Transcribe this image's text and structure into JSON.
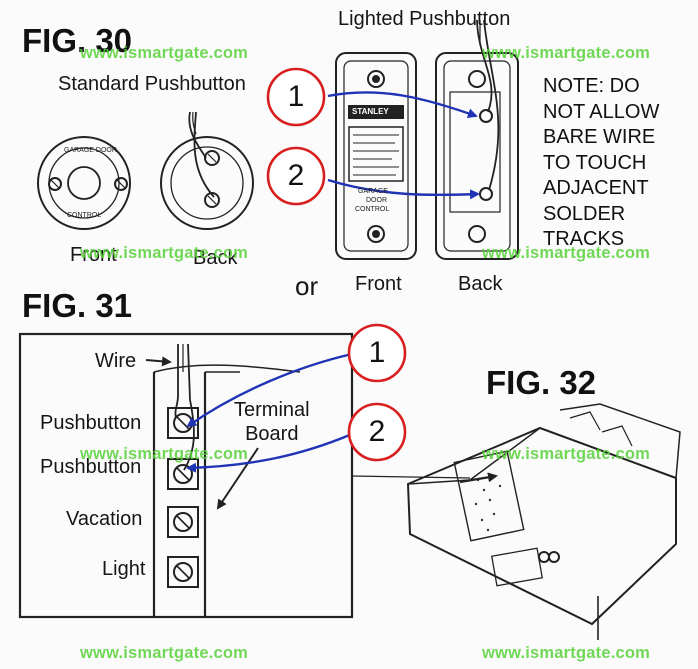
{
  "fig30": {
    "title": "FIG. 30",
    "standard_title": "Standard Pushbutton",
    "front": "Front",
    "back": "Back",
    "lighted_title": "Lighted Pushbutton",
    "lighted_front": "Front",
    "lighted_back": "Back",
    "or": "or",
    "note": "NOTE: DO\nNOT ALLOW\nBARE WIRE\nTO TOUCH\nADJACENT\nSOLDER\nTRACKS",
    "callouts": [
      "1",
      "2"
    ],
    "button_top_text": "GARAGE DOOR",
    "button_bottom_text": "CONTROL",
    "lighted_brand": "STANLEY",
    "lighted_caption_lines": [
      "GARAGE",
      "DOOR",
      "CONTROL"
    ]
  },
  "fig31": {
    "title": "FIG. 31",
    "wire": "Wire",
    "terminal_board": "Terminal\nBoard",
    "terminals": [
      "Pushbutton",
      "Pushbutton",
      "Vacation",
      "Light"
    ],
    "callouts": [
      "1",
      "2"
    ]
  },
  "fig32": {
    "title": "FIG. 32"
  },
  "watermark": "www.ismartgate.com",
  "colors": {
    "callout_ring": "#d81e1e",
    "arrow": "#1f33b5",
    "watermark": "#58d23a"
  }
}
